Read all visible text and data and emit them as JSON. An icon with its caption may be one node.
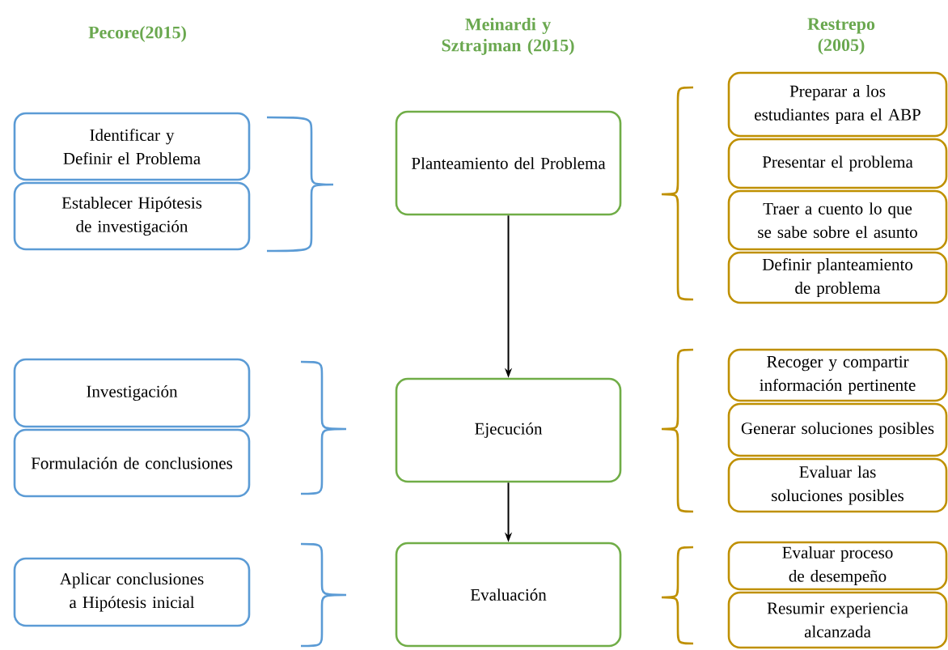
{
  "diagram": {
    "nodes": [
      {
        "text": [
          "Identificar y Definir el Problema"
        ]
      },
      {
        "text": [
          "Establecer Hipótesis de investigación"
        ]
      },
      {
        "text": [
          "Investigación"
        ]
      },
      {
        "text": [
          "Formulación de conclusiones"
        ]
      },
      {
        "text": [
          "Aplicar conclusiones a Hipótesis inicial"
        ]
      },
      {
        "text": [
          "Planteamiento del Problema"
        ]
      },
      {
        "text": [
          "Ejecución"
        ]
      },
      {
        "text": [
          "Evaluación"
        ]
      },
      {
        "text": [
          "Preparar a los estudiantes para el ABP"
        ]
      },
      {
        "text": [
          "Presentar el problema"
        ]
      },
      {
        "text": [
          "Traer a cuento lo que se sabe sobre el asunto"
        ]
      },
      {
        "text": [
          "Definir planteamiento de problema"
        ]
      },
      {
        "text": [
          "Recoger y compartir información pertinente"
        ]
      },
      {
        "text": [
          "Generar soluciones posibles"
        ]
      },
      {
        "text": [
          "Evaluar las soluciones posibles"
        ]
      },
      {
        "text": [
          "Evaluar proceso de desempeño"
        ]
      },
      {
        "text": [
          "Resumir experiencia alcanzada"
        ]
      }
    ],
    "edges": [
      {
        "from": 5,
        "to": 6,
        "arrow": "to"
      },
      {
        "from": 6,
        "to": 7,
        "arrow": "to"
      }
    ],
    "labels": [
      "Pecore(2015)",
      "Meinardi y Sztrajman (2015)",
      "Restrepo (2005)"
    ]
  }
}
